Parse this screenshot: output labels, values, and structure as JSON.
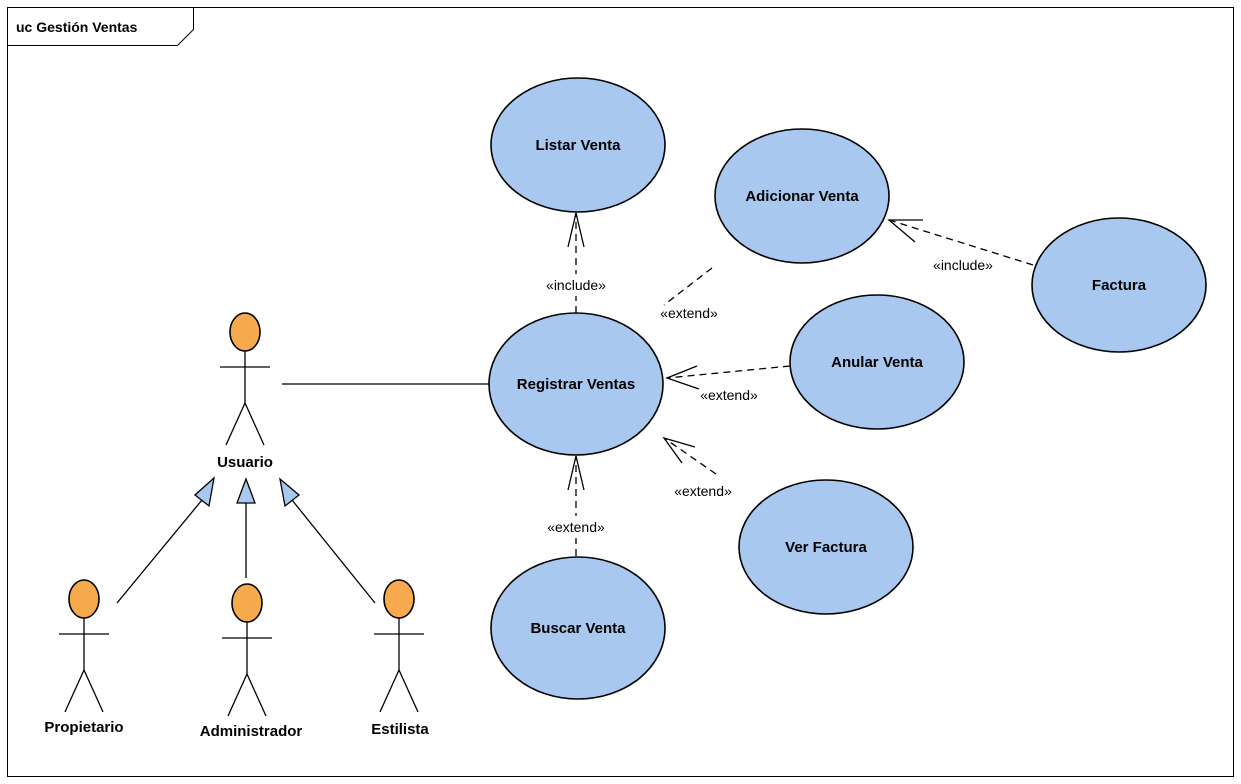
{
  "frame": {
    "title": "uc Gestión Ventas"
  },
  "use_cases": {
    "listar_venta": "Listar Venta",
    "adicionar_venta": "Adicionar Venta",
    "factura": "Factura",
    "registrar_ventas": "Registrar Ventas",
    "anular_venta": "Anular Venta",
    "ver_factura": "Ver Factura",
    "buscar_venta": "Buscar Venta"
  },
  "actors": {
    "usuario": "Usuario",
    "propietario": "Propietario",
    "administrador": "Administrador",
    "estilista": "Estilista"
  },
  "relationships": {
    "include_listar": "«include»",
    "include_factura": "«include»",
    "extend_adicionar": "«extend»",
    "extend_anular": "«extend»",
    "extend_ver_factura": "«extend»",
    "extend_buscar": "«extend»"
  },
  "colors": {
    "use_case_fill": "#a9c8ef",
    "actor_head_fill": "#f7a94e"
  }
}
